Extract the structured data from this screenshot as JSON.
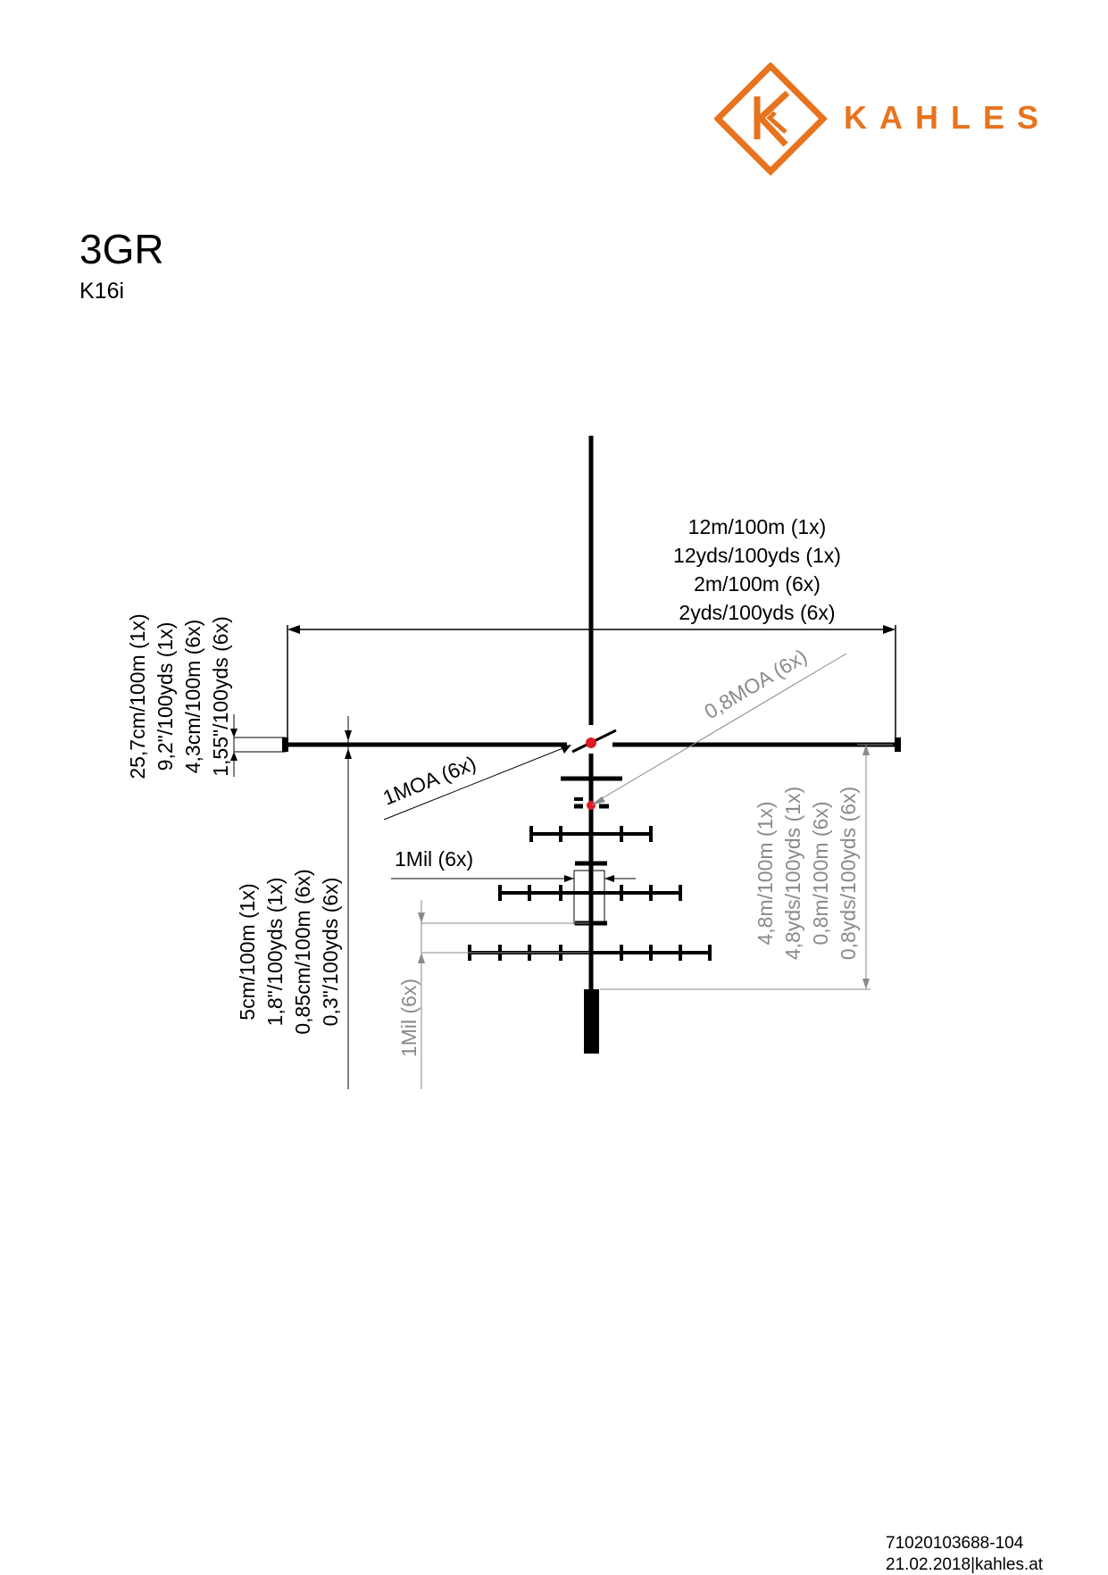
{
  "brand": {
    "name": "KAHLES",
    "accent_color": "#e8731f"
  },
  "header": {
    "title": "3GR",
    "subtitle": "K16i"
  },
  "reticle": {
    "dot_color": "#e01b24",
    "dimensions": {
      "horizontal_span": [
        "12m/100m (1x)",
        "12yds/100yds (1x)",
        "2m/100m (6x)",
        "2yds/100yds (6x)"
      ],
      "bar_thickness": [
        "25,7cm/100m (1x)",
        "9,2\"/100yds (1x)",
        "4,3cm/100m (6x)",
        "1,55\"/100yds (6x)"
      ],
      "gap_height": [
        "5cm/100m (1x)",
        "1,8\"/100yds (1x)",
        "0,85cm/100m (6x)",
        "0,3\"/100yds (6x)"
      ],
      "vertical_span": [
        "4,8m/100m (1x)",
        "4,8yds/100yds (1x)",
        "0,8m/100m (6x)",
        "0,8yds/100yds (6x)"
      ],
      "moa_1": "1MOA (6x)",
      "moa_08": "0,8MOA (6x)",
      "mil_horizontal": "1Mil (6x)",
      "mil_vertical": "1Mil (6x)"
    }
  },
  "footer": {
    "part_number": "71020103688-104",
    "date_site": "21.02.2018|kahles.at"
  }
}
